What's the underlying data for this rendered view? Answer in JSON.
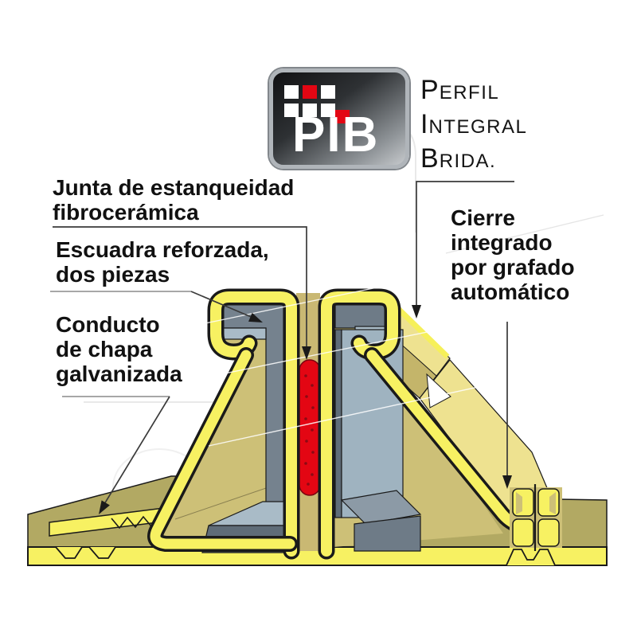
{
  "header": {
    "brand": "PIB",
    "title_lines": [
      {
        "initial": "P",
        "rest": "ERFIL"
      },
      {
        "initial": "I",
        "rest": "NTEGRAL"
      },
      {
        "initial": "B",
        "rest": "RIDA."
      }
    ]
  },
  "labels": {
    "junta": "Junta de estanqueidad\nfibrocerámica",
    "escuadra": "Escuadra reforzada,\ndos piezas",
    "conducto": "Conducto\nde chapa\ngalvanizada",
    "cierre": "Cierre\nintegrado\npor grafado\nautomático"
  },
  "colors": {
    "profile_yellow": "#f7f162",
    "flange_face_pale": "#eee290",
    "flange_tan": "#cdc077",
    "duct_olive": "#b2a963",
    "bracket_gray": "#75828e",
    "bracket_dark": "#5f6c78",
    "bracket_light": "#a9bbc7",
    "gasket_red": "#e30613",
    "logo_red": "#e30613",
    "outline_black": "#1a1a1a"
  }
}
